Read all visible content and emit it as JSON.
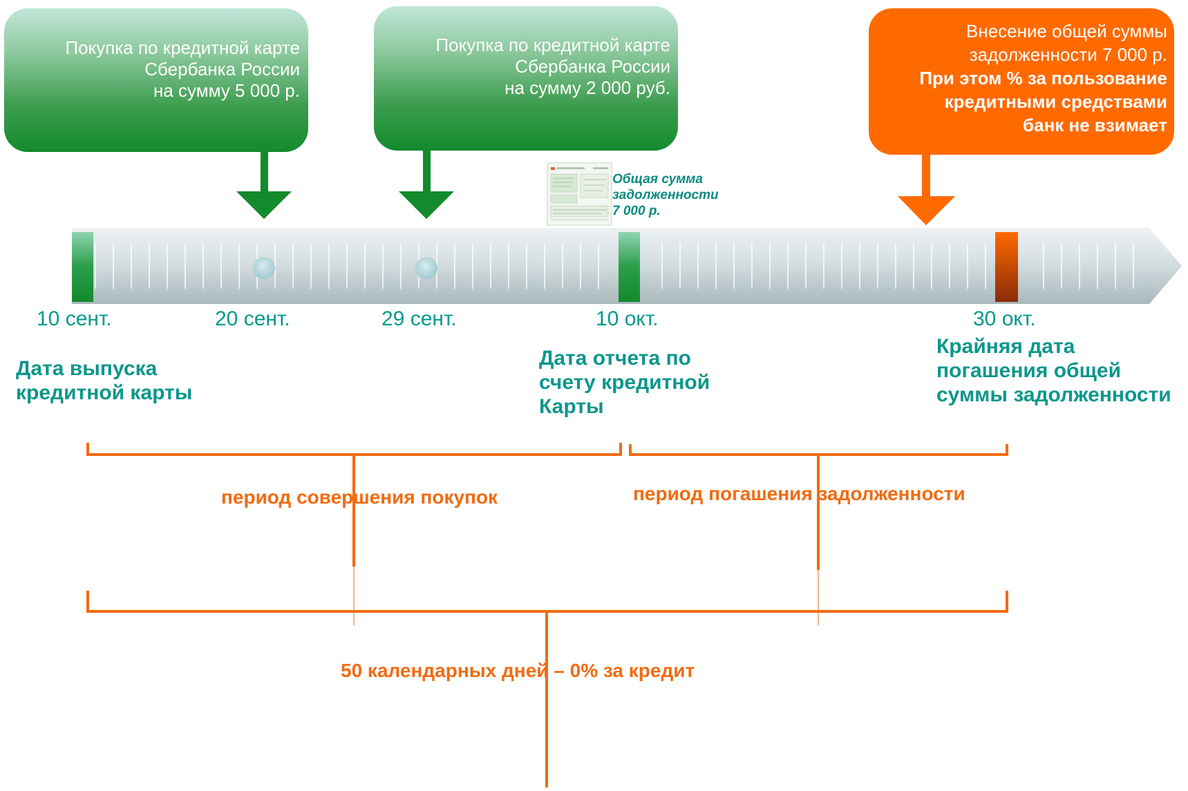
{
  "callouts": {
    "purchase1": [
      "Покупка по кредитной карте",
      "Сбербанка  России",
      "на сумму 5 000 р."
    ],
    "purchase2": [
      "Покупка по кредитной карте",
      "Сбербанка России",
      "на сумму 2 000 руб."
    ],
    "payment": {
      "normal": [
        "Внесение общей суммы",
        "задолженности 7 000 р."
      ],
      "bold": [
        "При этом % за пользование",
        "кредитными средствами",
        "банк не взимает"
      ]
    }
  },
  "statement_note": [
    "Общая сумма",
    "задолженности",
    "7 000 р."
  ],
  "dates": [
    "10 сент.",
    "20 сент.",
    "29 сент.",
    "10 окт.",
    "30 окт."
  ],
  "milestones": {
    "issue": [
      "Дата выпуска",
      "кредитной карты"
    ],
    "report": [
      "Дата отчета по",
      "счету кредитной",
      "Карты"
    ],
    "deadline": [
      "Крайняя дата",
      "погашения общей",
      "суммы задолженности"
    ]
  },
  "periods": {
    "purchases": "период совершения покупок",
    "repayment": "период погашения задолженности",
    "total": "50 календарных дней – 0% за кредит"
  },
  "colors": {
    "green": "#138a2c",
    "orange": "#ff6a00",
    "teal": "#009a8c",
    "bracket": "#f26b10"
  }
}
